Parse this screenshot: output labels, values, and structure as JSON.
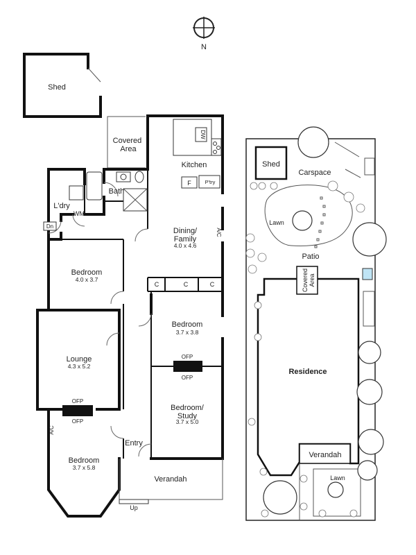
{
  "compass": {
    "label": "N"
  },
  "floor_plan": {
    "rooms": [
      {
        "key": "shed",
        "name": "Shed",
        "dims": ""
      },
      {
        "key": "covered_area",
        "name": "Covered\nArea",
        "dims": ""
      },
      {
        "key": "kitchen",
        "name": "Kitchen",
        "dims": ""
      },
      {
        "key": "bath",
        "name": "Bath",
        "dims": ""
      },
      {
        "key": "laundry",
        "name": "L'dry",
        "dims": ""
      },
      {
        "key": "dining_family",
        "name": "Dining/\nFamily",
        "dims": "4.0 x 4.6"
      },
      {
        "key": "bedroom_1",
        "name": "Bedroom",
        "dims": "4.0 x 3.7"
      },
      {
        "key": "bedroom_2",
        "name": "Bedroom",
        "dims": "3.7 x 3.8"
      },
      {
        "key": "lounge",
        "name": "Lounge",
        "dims": "4.3 x 5.2"
      },
      {
        "key": "bedroom_study",
        "name": "Bedroom/\nStudy",
        "dims": "3.7 x 5.0"
      },
      {
        "key": "bedroom_3",
        "name": "Bedroom",
        "dims": "3.7 x 5.8"
      },
      {
        "key": "entry",
        "name": "Entry",
        "dims": ""
      },
      {
        "key": "verandah",
        "name": "Verandah",
        "dims": ""
      }
    ],
    "fixtures": {
      "dw": "DW",
      "fridge": "F",
      "pantry": "P'try",
      "washing_machine": "WM",
      "down": "Dn",
      "up": "Up",
      "cupboard": "C",
      "fireplace": "OFP",
      "aircon": "A/C"
    }
  },
  "site_plan": {
    "labels": {
      "shed": "Shed",
      "carspace": "Carspace",
      "lawn_back": "Lawn",
      "patio": "Patio",
      "covered_area": "Covered\nArea",
      "residence": "Residence",
      "verandah": "Verandah",
      "lawn_front": "Lawn"
    }
  }
}
